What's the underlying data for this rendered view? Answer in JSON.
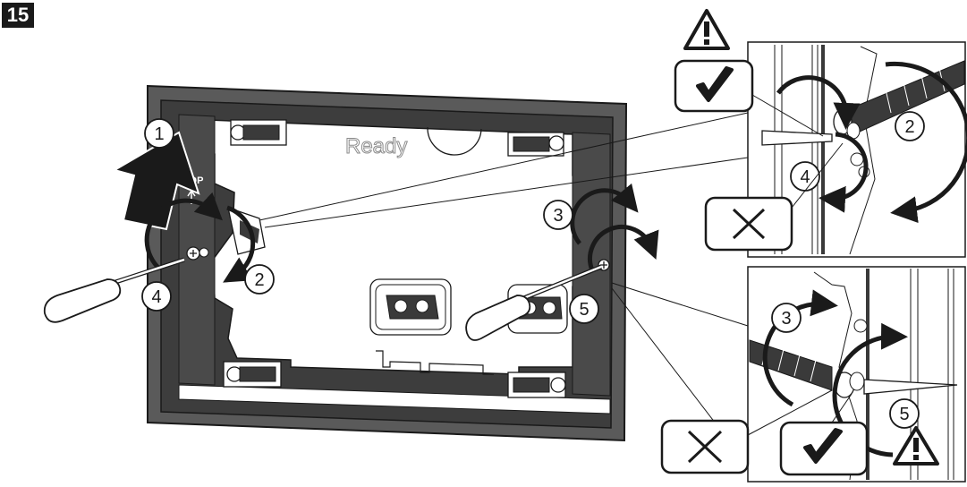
{
  "step_number": "15",
  "frame_label": "Ready",
  "orientation_label": "TOP",
  "callouts": {
    "main_1": "1",
    "main_2": "2",
    "main_3": "3",
    "main_4": "4",
    "main_5": "5",
    "detail_top_2": "2",
    "detail_top_4": "4",
    "detail_bottom_3": "3",
    "detail_bottom_5": "5"
  },
  "icons": {
    "warning": "warning-triangle-icon",
    "correct": "check-mark-icon",
    "incorrect": "x-mark-icon",
    "tool": "screwdriver-icon"
  },
  "colors": {
    "frame": "#5a5a5a",
    "frame_dark": "#3a3a3a",
    "line": "#1a1a1a",
    "arrow": "#1a1a1a"
  }
}
